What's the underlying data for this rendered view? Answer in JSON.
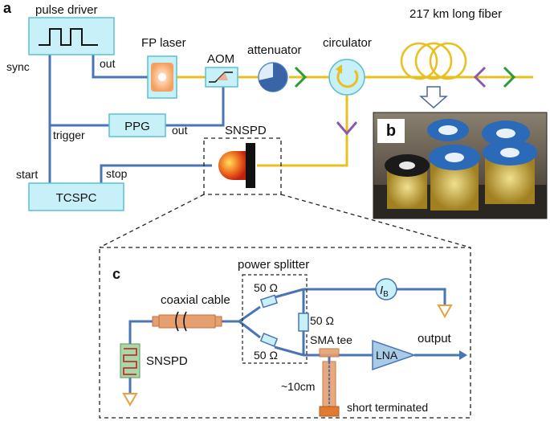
{
  "panels": {
    "a": "a",
    "b": "b",
    "c": "c"
  },
  "labels": {
    "pulse_driver": "pulse driver",
    "fp_laser": "FP laser",
    "aom": "AOM",
    "attenuator": "attenuator",
    "circulator": "circulator",
    "fiber": "217 km long fiber",
    "sync": "sync",
    "out_driver": "out",
    "trigger": "trigger",
    "ppg": "PPG",
    "out_ppg": "out",
    "snspd_top": "SNSPD",
    "start": "start",
    "stop": "stop",
    "tcspc": "TCSPC",
    "power_splitter": "power splitter",
    "coaxial_cable": "coaxial cable",
    "r1": "50 Ω",
    "r2": "50 Ω",
    "r3": "50 Ω",
    "ib_main": "I",
    "ib_sub": "B",
    "sma_tee": "SMA tee",
    "lna": "LNA",
    "output": "output",
    "snspd_c": "SNSPD",
    "length": "~10cm",
    "short_terminated": "short terminated"
  },
  "colors": {
    "box_fill": "#c8f0f8",
    "box_stroke": "#5cc0d0",
    "wire": "#4a74b4",
    "fiber": "#e8c020",
    "connector_green": "#2a9a3a",
    "connector_purple": "#8a5aaa",
    "coax": "#e6a070",
    "ground": "#e8a040",
    "lna_fill": "#a8cce8"
  },
  "icons": [
    "pulse-waveform-icon",
    "laser-spot-icon",
    "aom-switch-icon",
    "attenuator-dial-icon",
    "circulator-arrow-icon",
    "fiber-spool-icon",
    "down-arrow-icon",
    "fiber-spools-photo",
    "snspd-detector-icon",
    "resistor-icon",
    "ground-icon",
    "meander-icon",
    "amplifier-icon"
  ]
}
